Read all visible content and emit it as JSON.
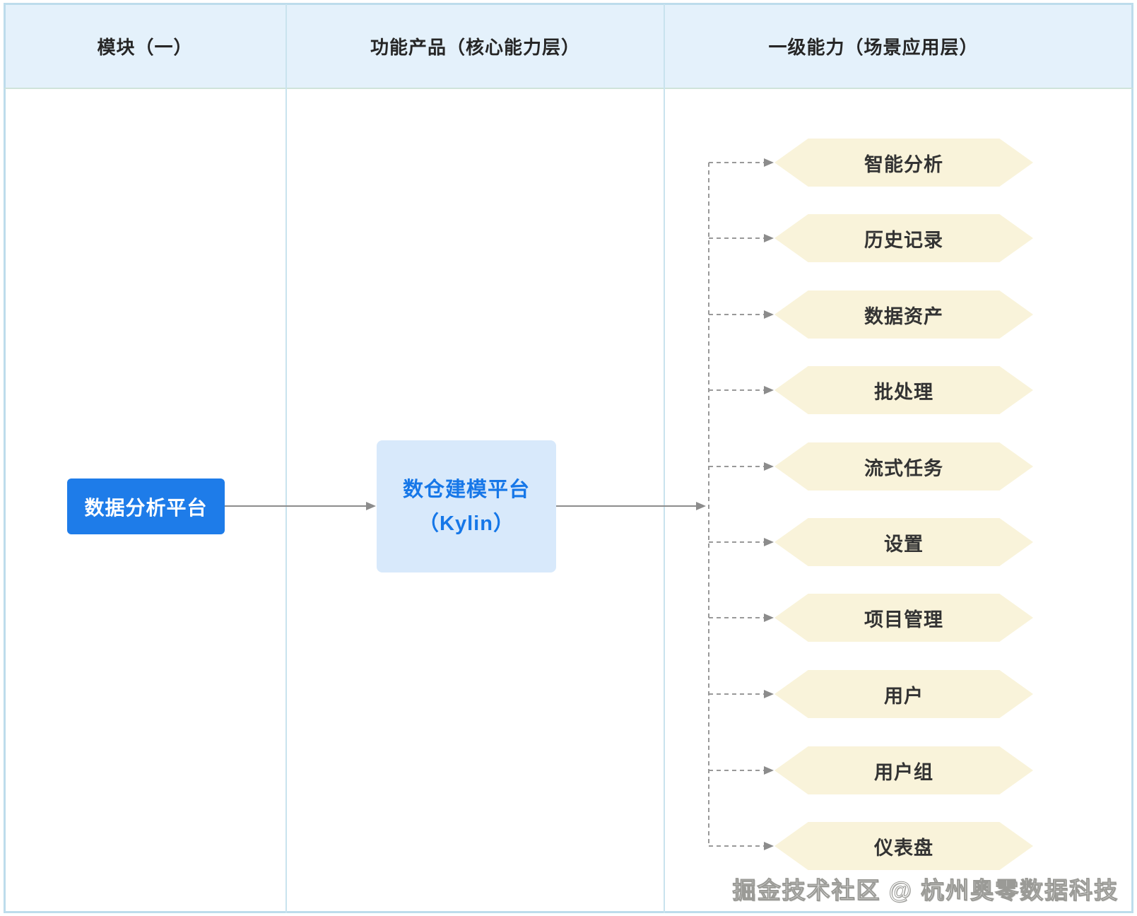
{
  "header": {
    "columns": [
      {
        "label": "模块（一）"
      },
      {
        "label": "功能产品（核心能力层）"
      },
      {
        "label": "一级能力（场景应用层）"
      }
    ]
  },
  "module_node": {
    "label": "数据分析平台"
  },
  "product_node": {
    "line1": "数仓建模平台",
    "line2": "（Kylin）"
  },
  "capabilities": {
    "items": [
      {
        "label": "智能分析"
      },
      {
        "label": "历史记录"
      },
      {
        "label": "数据资产"
      },
      {
        "label": "批处理"
      },
      {
        "label": "流式任务"
      },
      {
        "label": "设置"
      },
      {
        "label": "项目管理"
      },
      {
        "label": "用户"
      },
      {
        "label": "用户组"
      },
      {
        "label": "仪表盘"
      }
    ]
  },
  "watermark": {
    "text": "掘金技术社区 @ 杭州奥零数据科技"
  },
  "colors": {
    "module_node_bg": "#1e7ce9",
    "module_node_text": "#ffffff",
    "product_node_bg": "#d8e9fb",
    "product_node_text": "#1677e8",
    "capability_bg": "#f9f3da",
    "capability_text": "#333333",
    "header_bg": "#e4f1fb",
    "frame_border": "#bddcec",
    "connector": "#8c8c8c"
  }
}
